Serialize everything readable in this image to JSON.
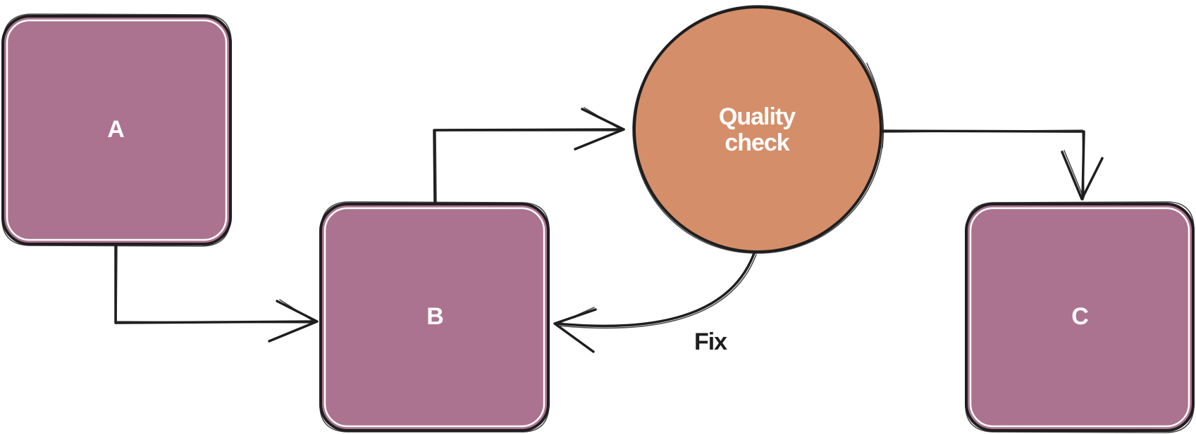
{
  "colors": {
    "box_fill": "#ab738f",
    "circle_fill": "#d48e69",
    "stroke": "#1e1e1e",
    "label_light": "#ffffff"
  },
  "nodes": {
    "a": {
      "label": "A"
    },
    "b": {
      "label": "B"
    },
    "c": {
      "label": "C"
    },
    "quality": {
      "label_line1": "Quality",
      "label_line2": "check"
    }
  },
  "edges": {
    "fix": {
      "label": "Fix"
    }
  }
}
